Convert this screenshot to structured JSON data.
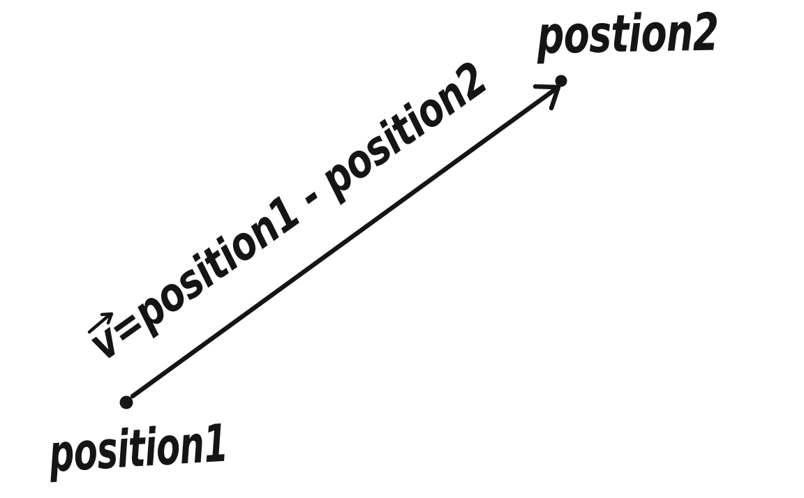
{
  "theme": {
    "ink_color": "#151515",
    "paper_color": "#ffffff"
  },
  "diagram": {
    "description": "Hand-drawn sketch of a vector between two points",
    "points": [
      {
        "id": "point1",
        "label": "position1"
      },
      {
        "id": "point2",
        "label": "postion2"
      }
    ],
    "arrow": {
      "from": "position1",
      "to": "postion2",
      "equation": "v=position1 - position2",
      "vector_hat": "small arrow drawn above the v"
    }
  },
  "labels": {
    "point1": "position1",
    "point2": "postion2",
    "equation": "v=position1 - position2"
  },
  "icons": {
    "vector_hat": "arrow-up-right-icon",
    "arrowhead": "arrowhead-icon"
  }
}
